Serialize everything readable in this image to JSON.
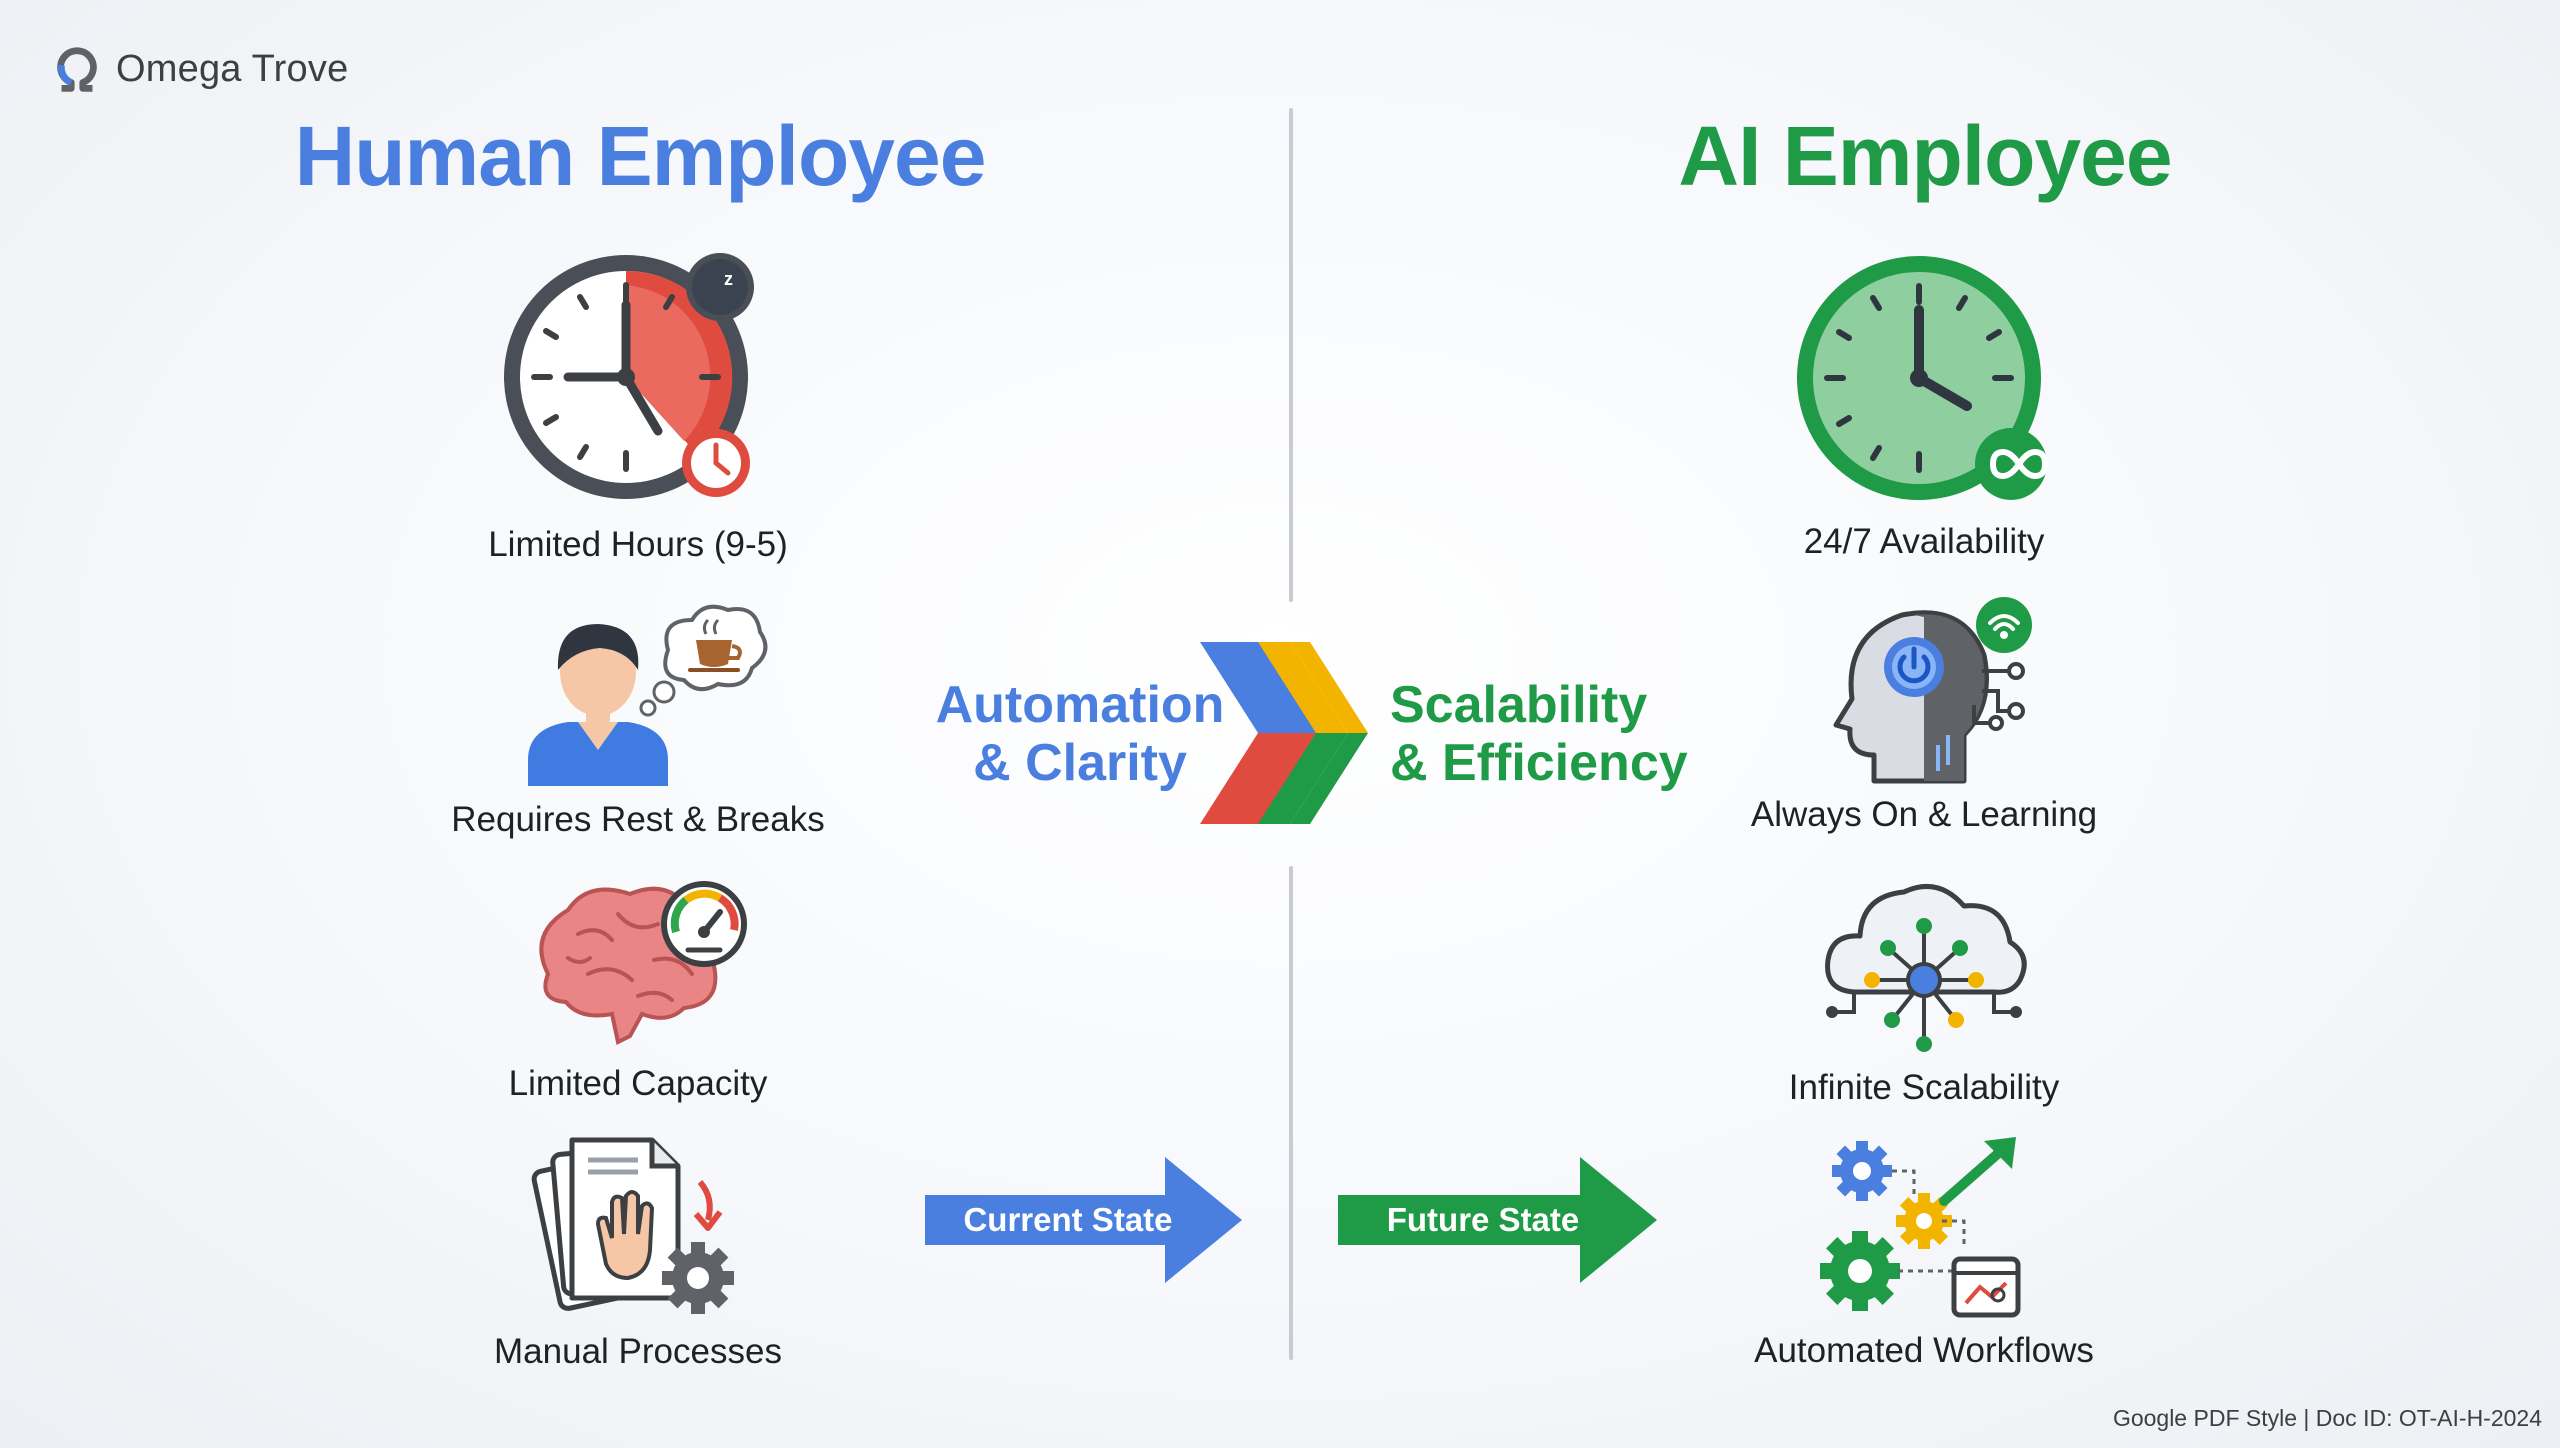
{
  "brand": {
    "name": "Omega Trove",
    "logo_icon": "omega-icon"
  },
  "left": {
    "title": "Human Employee",
    "color": "#4a7fe0",
    "items": [
      {
        "label": "Limited Hours (9-5)",
        "icon": "clock-sleep-icon"
      },
      {
        "label": "Requires Rest & Breaks",
        "icon": "person-coffee-icon"
      },
      {
        "label": "Limited Capacity",
        "icon": "brain-gauge-icon"
      },
      {
        "label": "Manual Processes",
        "icon": "manual-document-icon"
      }
    ]
  },
  "right": {
    "title": "AI Employee",
    "color": "#1f9a46",
    "items": [
      {
        "label": "24/7 Availability",
        "icon": "clock-infinity-icon"
      },
      {
        "label": "Always On & Learning",
        "icon": "ai-head-icon"
      },
      {
        "label": "Infinite Scalability",
        "icon": "cloud-network-icon"
      },
      {
        "label": "Automated Workflows",
        "icon": "gears-growth-icon"
      }
    ]
  },
  "center": {
    "left_line1": "Automation",
    "left_line2": "& Clarity",
    "right_line1": "Scalability",
    "right_line2": "& Efficiency",
    "chevron_icon": "chevron-icon"
  },
  "states": {
    "current": "Current State",
    "future": "Future State"
  },
  "footer": "Google PDF Style | Doc ID: OT-AI-H-2024"
}
